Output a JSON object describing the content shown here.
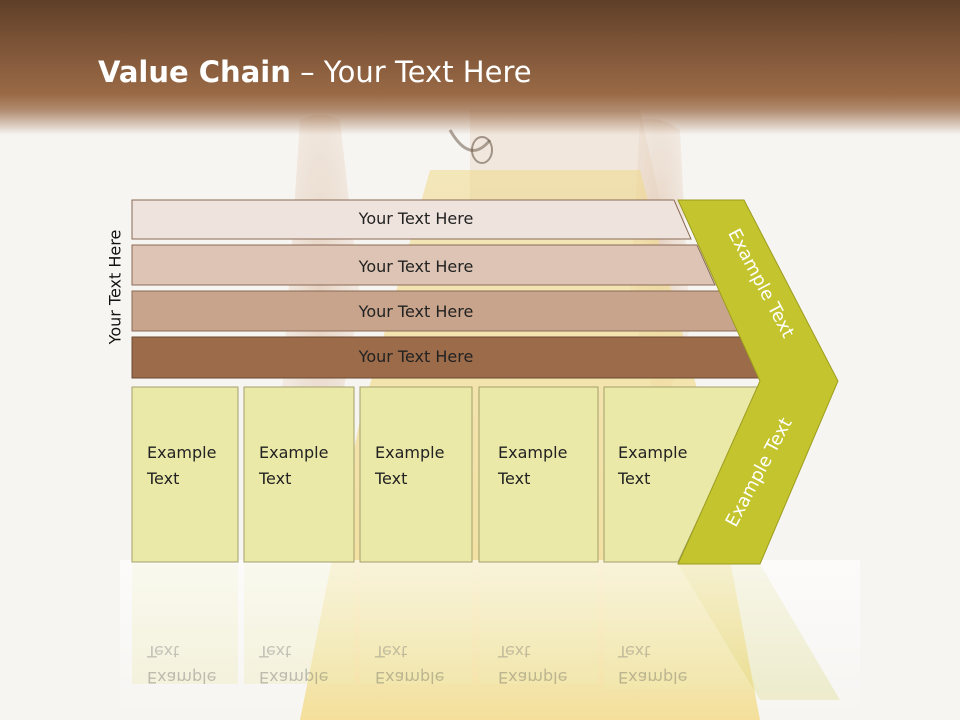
{
  "title": {
    "bold": "Value Chain",
    "rest": " – Your Text Here"
  },
  "side_label": "Your Text Here",
  "bars": [
    {
      "label": "Your Text Here",
      "color": "#efe3dd"
    },
    {
      "label": "Your Text Here",
      "color": "#ddc4b4"
    },
    {
      "label": "Your Text Here",
      "color": "#c7a48b"
    },
    {
      "label": "Your Text Here",
      "color": "#9b6b4a"
    }
  ],
  "cells": [
    {
      "line1": "Example",
      "line2": "Text"
    },
    {
      "line1": "Example",
      "line2": "Text"
    },
    {
      "line1": "Example",
      "line2": "Text"
    },
    {
      "line1": "Example",
      "line2": "Text"
    },
    {
      "line1": "Example",
      "line2": "Text"
    }
  ],
  "arrow": {
    "upper_label": "Example Text",
    "lower_label": "Example Text",
    "color": "#c4c42e"
  },
  "colors": {
    "cell_fill": "#ebe9a8",
    "cell_stroke": "#a3a06a"
  }
}
